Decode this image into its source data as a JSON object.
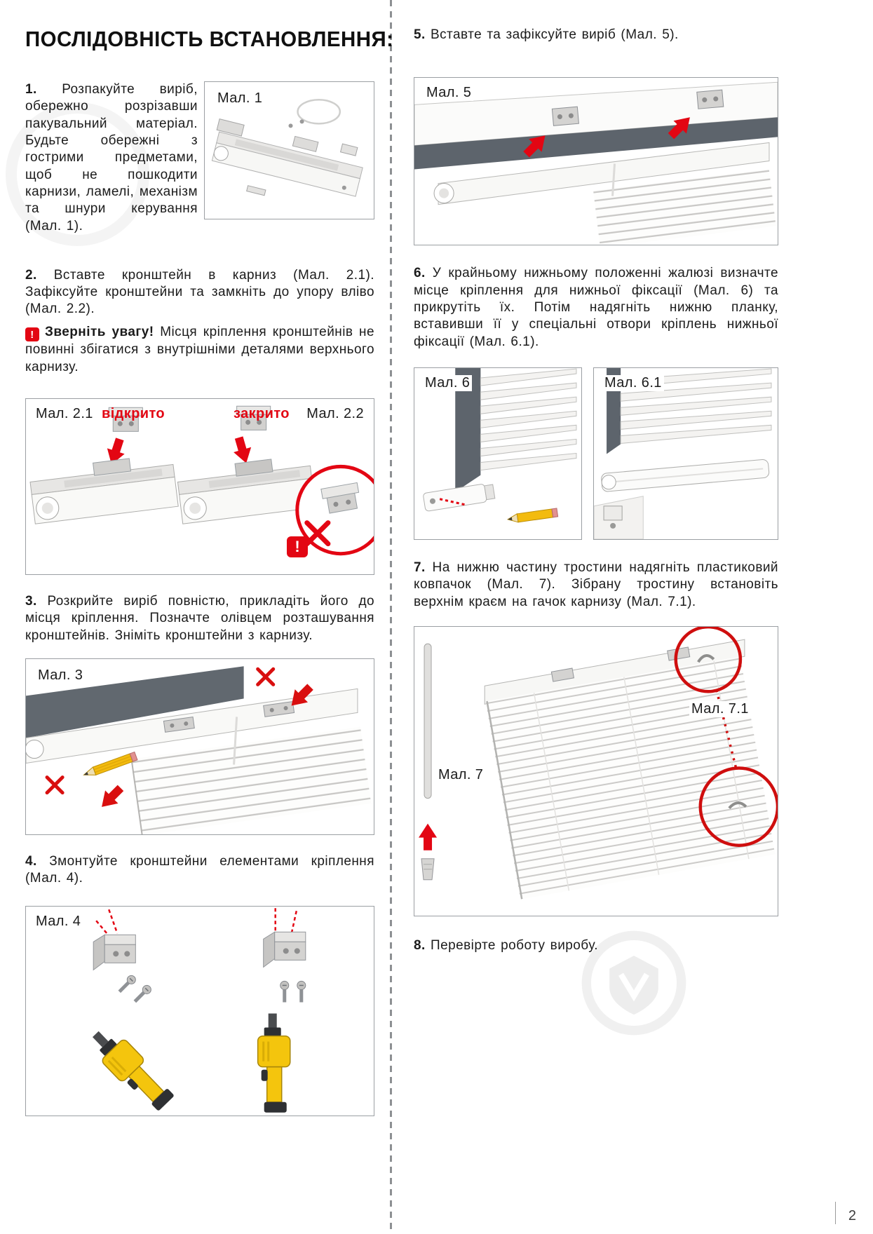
{
  "page": {
    "title": "ПОСЛІДОВНІСТЬ ВСТАНОВЛЕННЯ:",
    "page_number": "2"
  },
  "steps": {
    "step1": {
      "num": "1.",
      "text": "Розпакуйте виріб, обережно розрізавши пакувальний матеріал. Будьте обережні з гострими предметами, щоб не пошкодити карнизи, ламелі, механізм та шнури керування (Мал. 1)."
    },
    "step2": {
      "num": "2.",
      "text": "Вставте кронштейн в карниз (Мал. 2.1). Зафіксуйте кронштейни та замкніть до упору вліво (Мал. 2.2).",
      "warning_mark": "!",
      "warning_title": "Зверніть увагу!",
      "warning_text": "Місця кріплення кронштейнів не повинні збігатися з внутрішніми деталями верхнього карнизу."
    },
    "step3": {
      "num": "3.",
      "text": "Розкрийте виріб повністю, прикладіть його до місця кріплення. Позначте олівцем розташування кронштейнів. Зніміть кронштейни з карнизу."
    },
    "step4": {
      "num": "4.",
      "text": "Змонтуйте кронштейни елементами кріплення (Мал. 4)."
    },
    "step5": {
      "num": "5.",
      "text": "Вставте та зафіксуйте виріб (Мал. 5)."
    },
    "step6": {
      "num": "6.",
      "text": "У крайньому нижньому положенні жалюзі визначте місце кріплення для нижньої фіксації (Мал. 6) та прикрутіть їх. Потім надягніть нижню планку, вставивши її у спеціальні отвори кріплень нижньої фіксації (Мал. 6.1)."
    },
    "step7": {
      "num": "7.",
      "text": "На нижню частину тростини надягніть пластиковий ковпачок (Мал. 7). Зібрану тростину встановіть верхнім краєм на гачок карнизу (Мал. 7.1)."
    },
    "step8": {
      "num": "8.",
      "text": "Перевірте роботу виробу."
    }
  },
  "figures": {
    "f1": {
      "label": "Мал. 1"
    },
    "f2": {
      "label_left": "Мал. 2.1",
      "open": "відкрито",
      "closed": "закрито",
      "label_right": "Мал. 2.2",
      "warn": "!"
    },
    "f3": {
      "label": "Мал. 3"
    },
    "f4": {
      "label": "Мал. 4"
    },
    "f5": {
      "label": "Мал. 5"
    },
    "f6": {
      "label": "Мал. 6"
    },
    "f61": {
      "label": "Мал. 6.1"
    },
    "f7": {
      "label": "Мал. 7",
      "label71": "Мал. 7.1"
    }
  },
  "colors": {
    "accent_red": "#e30613",
    "figure_border": "#9b9fa3",
    "dark_panel": "#5d646c",
    "drill_yellow": "#f4c50d"
  }
}
